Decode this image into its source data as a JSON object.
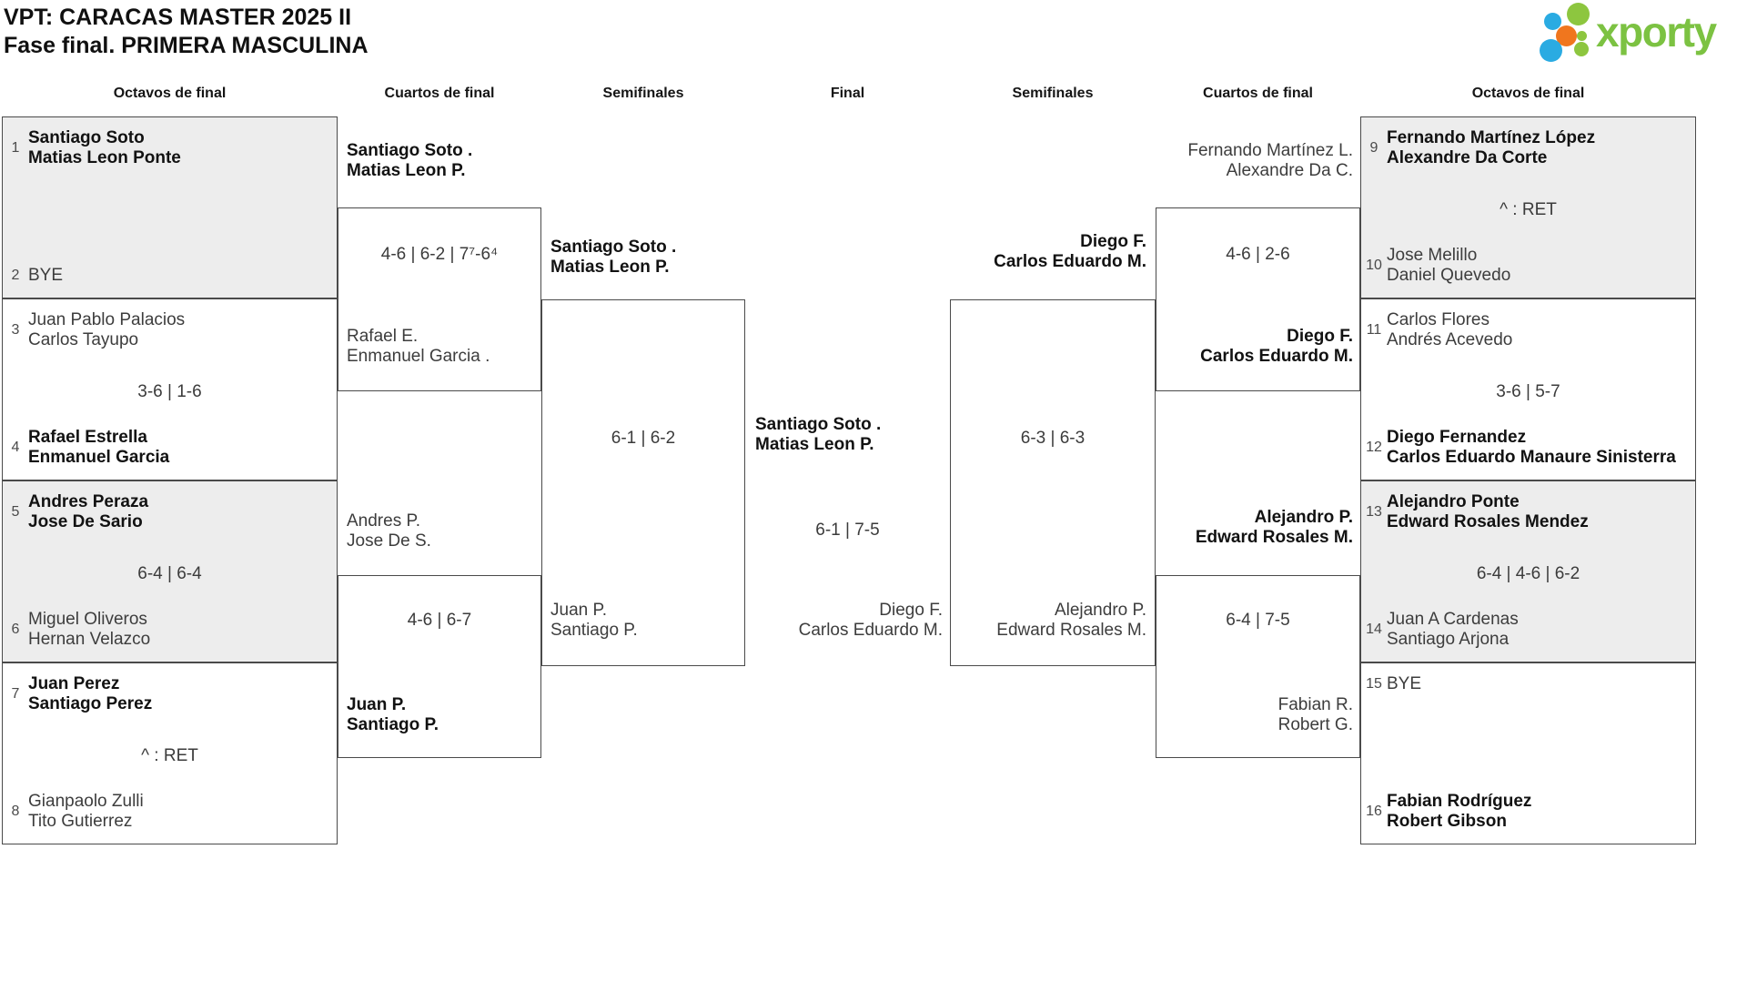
{
  "title": {
    "line1": "VPT: CARACAS MASTER 2025 II",
    "line2": "Fase final. PRIMERA MASCULINA"
  },
  "logo": {
    "brand": "xporty",
    "brand_color": "#7cc242",
    "dot_green": "#8dc63f",
    "dot_blue": "#2aabe2",
    "dot_orange": "#f0761e"
  },
  "round_headers": [
    "Octavos de final",
    "Cuartos de final",
    "Semifinales",
    "Final",
    "Semifinales",
    "Cuartos de final",
    "Octavos de final"
  ],
  "octavos_left": [
    {
      "top": {
        "seed": "1",
        "line1": "Santiago Soto",
        "line2": "Matias Leon Ponte",
        "winner": true
      },
      "score": "",
      "bottom": {
        "seed": "2",
        "line1": "BYE",
        "line2": "",
        "winner": false
      }
    },
    {
      "top": {
        "seed": "3",
        "line1": "Juan Pablo Palacios",
        "line2": "Carlos Tayupo",
        "winner": false
      },
      "score": "3-6 | 1-6",
      "bottom": {
        "seed": "4",
        "line1": "Rafael Estrella",
        "line2": "Enmanuel Garcia",
        "winner": true
      }
    },
    {
      "top": {
        "seed": "5",
        "line1": "Andres Peraza",
        "line2": "Jose De Sario",
        "winner": true
      },
      "score": "6-4 | 6-4",
      "bottom": {
        "seed": "6",
        "line1": "Miguel Oliveros",
        "line2": "Hernan Velazco",
        "winner": false
      }
    },
    {
      "top": {
        "seed": "7",
        "line1": "Juan Perez",
        "line2": "Santiago Perez",
        "winner": true
      },
      "score": "^ : RET",
      "bottom": {
        "seed": "8",
        "line1": "Gianpaolo Zulli",
        "line2": "Tito Gutierrez",
        "winner": false
      }
    }
  ],
  "octavos_right": [
    {
      "top": {
        "seed": "9",
        "line1": "Fernando Martínez López",
        "line2": "Alexandre Da Corte",
        "winner": true
      },
      "score": "^ : RET",
      "bottom": {
        "seed": "10",
        "line1": "Jose Melillo",
        "line2": "Daniel Quevedo",
        "winner": false
      }
    },
    {
      "top": {
        "seed": "11",
        "line1": "Carlos Flores",
        "line2": "Andrés Acevedo",
        "winner": false
      },
      "score": "3-6 | 5-7",
      "bottom": {
        "seed": "12",
        "line1": "Diego Fernandez",
        "line2": "Carlos Eduardo Manaure Sinisterra",
        "winner": true
      }
    },
    {
      "top": {
        "seed": "13",
        "line1": "Alejandro Ponte",
        "line2": "Edward Rosales Mendez",
        "winner": true
      },
      "score": "6-4 | 4-6 | 6-2",
      "bottom": {
        "seed": "14",
        "line1": "Juan A Cardenas",
        "line2": "Santiago Arjona",
        "winner": false
      }
    },
    {
      "top": {
        "seed": "15",
        "line1": "BYE",
        "line2": "",
        "winner": false
      },
      "score": "",
      "bottom": {
        "seed": "16",
        "line1": "Fabian Rodríguez",
        "line2": "Robert Gibson",
        "winner": true
      }
    }
  ],
  "quarters_left": [
    {
      "top": {
        "line1": "Santiago Soto .",
        "line2": "Matias Leon P.",
        "winner": true
      },
      "score": "4-6 | 6-2 | 7⁷-6⁴",
      "bottom": {
        "line1": "Rafael E.",
        "line2": "Enmanuel Garcia .",
        "winner": false
      }
    },
    {
      "top": {
        "line1": "Andres P.",
        "line2": "Jose De S.",
        "winner": false
      },
      "score": "4-6 | 6-7",
      "bottom": {
        "line1": "Juan P.",
        "line2": "Santiago P.",
        "winner": true
      }
    }
  ],
  "quarters_right": [
    {
      "top": {
        "line1": "Fernando Martínez L.",
        "line2": "Alexandre Da C.",
        "winner": false
      },
      "score": "4-6 | 2-6",
      "bottom": {
        "line1": "Diego F.",
        "line2": "Carlos Eduardo M.",
        "winner": true
      }
    },
    {
      "top": {
        "line1": "Alejandro P.",
        "line2": "Edward Rosales M.",
        "winner": true
      },
      "score": "6-4 | 7-5",
      "bottom": {
        "line1": "Fabian R.",
        "line2": "Robert G.",
        "winner": false
      }
    }
  ],
  "semis_left": {
    "top": {
      "line1": "Santiago Soto .",
      "line2": "Matias Leon P.",
      "winner": true
    },
    "score": "6-1 | 6-2",
    "bottom": {
      "line1": "Juan P.",
      "line2": "Santiago P.",
      "winner": false
    }
  },
  "semis_right": {
    "top": {
      "line1": "Diego F.",
      "line2": "Carlos Eduardo M.",
      "winner": true
    },
    "score": "6-3 | 6-3",
    "bottom": {
      "line1": "Alejandro P.",
      "line2": "Edward Rosales M.",
      "winner": false
    }
  },
  "final": {
    "top": {
      "line1": "Santiago Soto .",
      "line2": "Matias Leon P.",
      "winner": true
    },
    "score": "6-1 | 7-5",
    "bottom": {
      "line1": "Diego F.",
      "line2": "Carlos Eduardo M.",
      "winner": false
    }
  }
}
